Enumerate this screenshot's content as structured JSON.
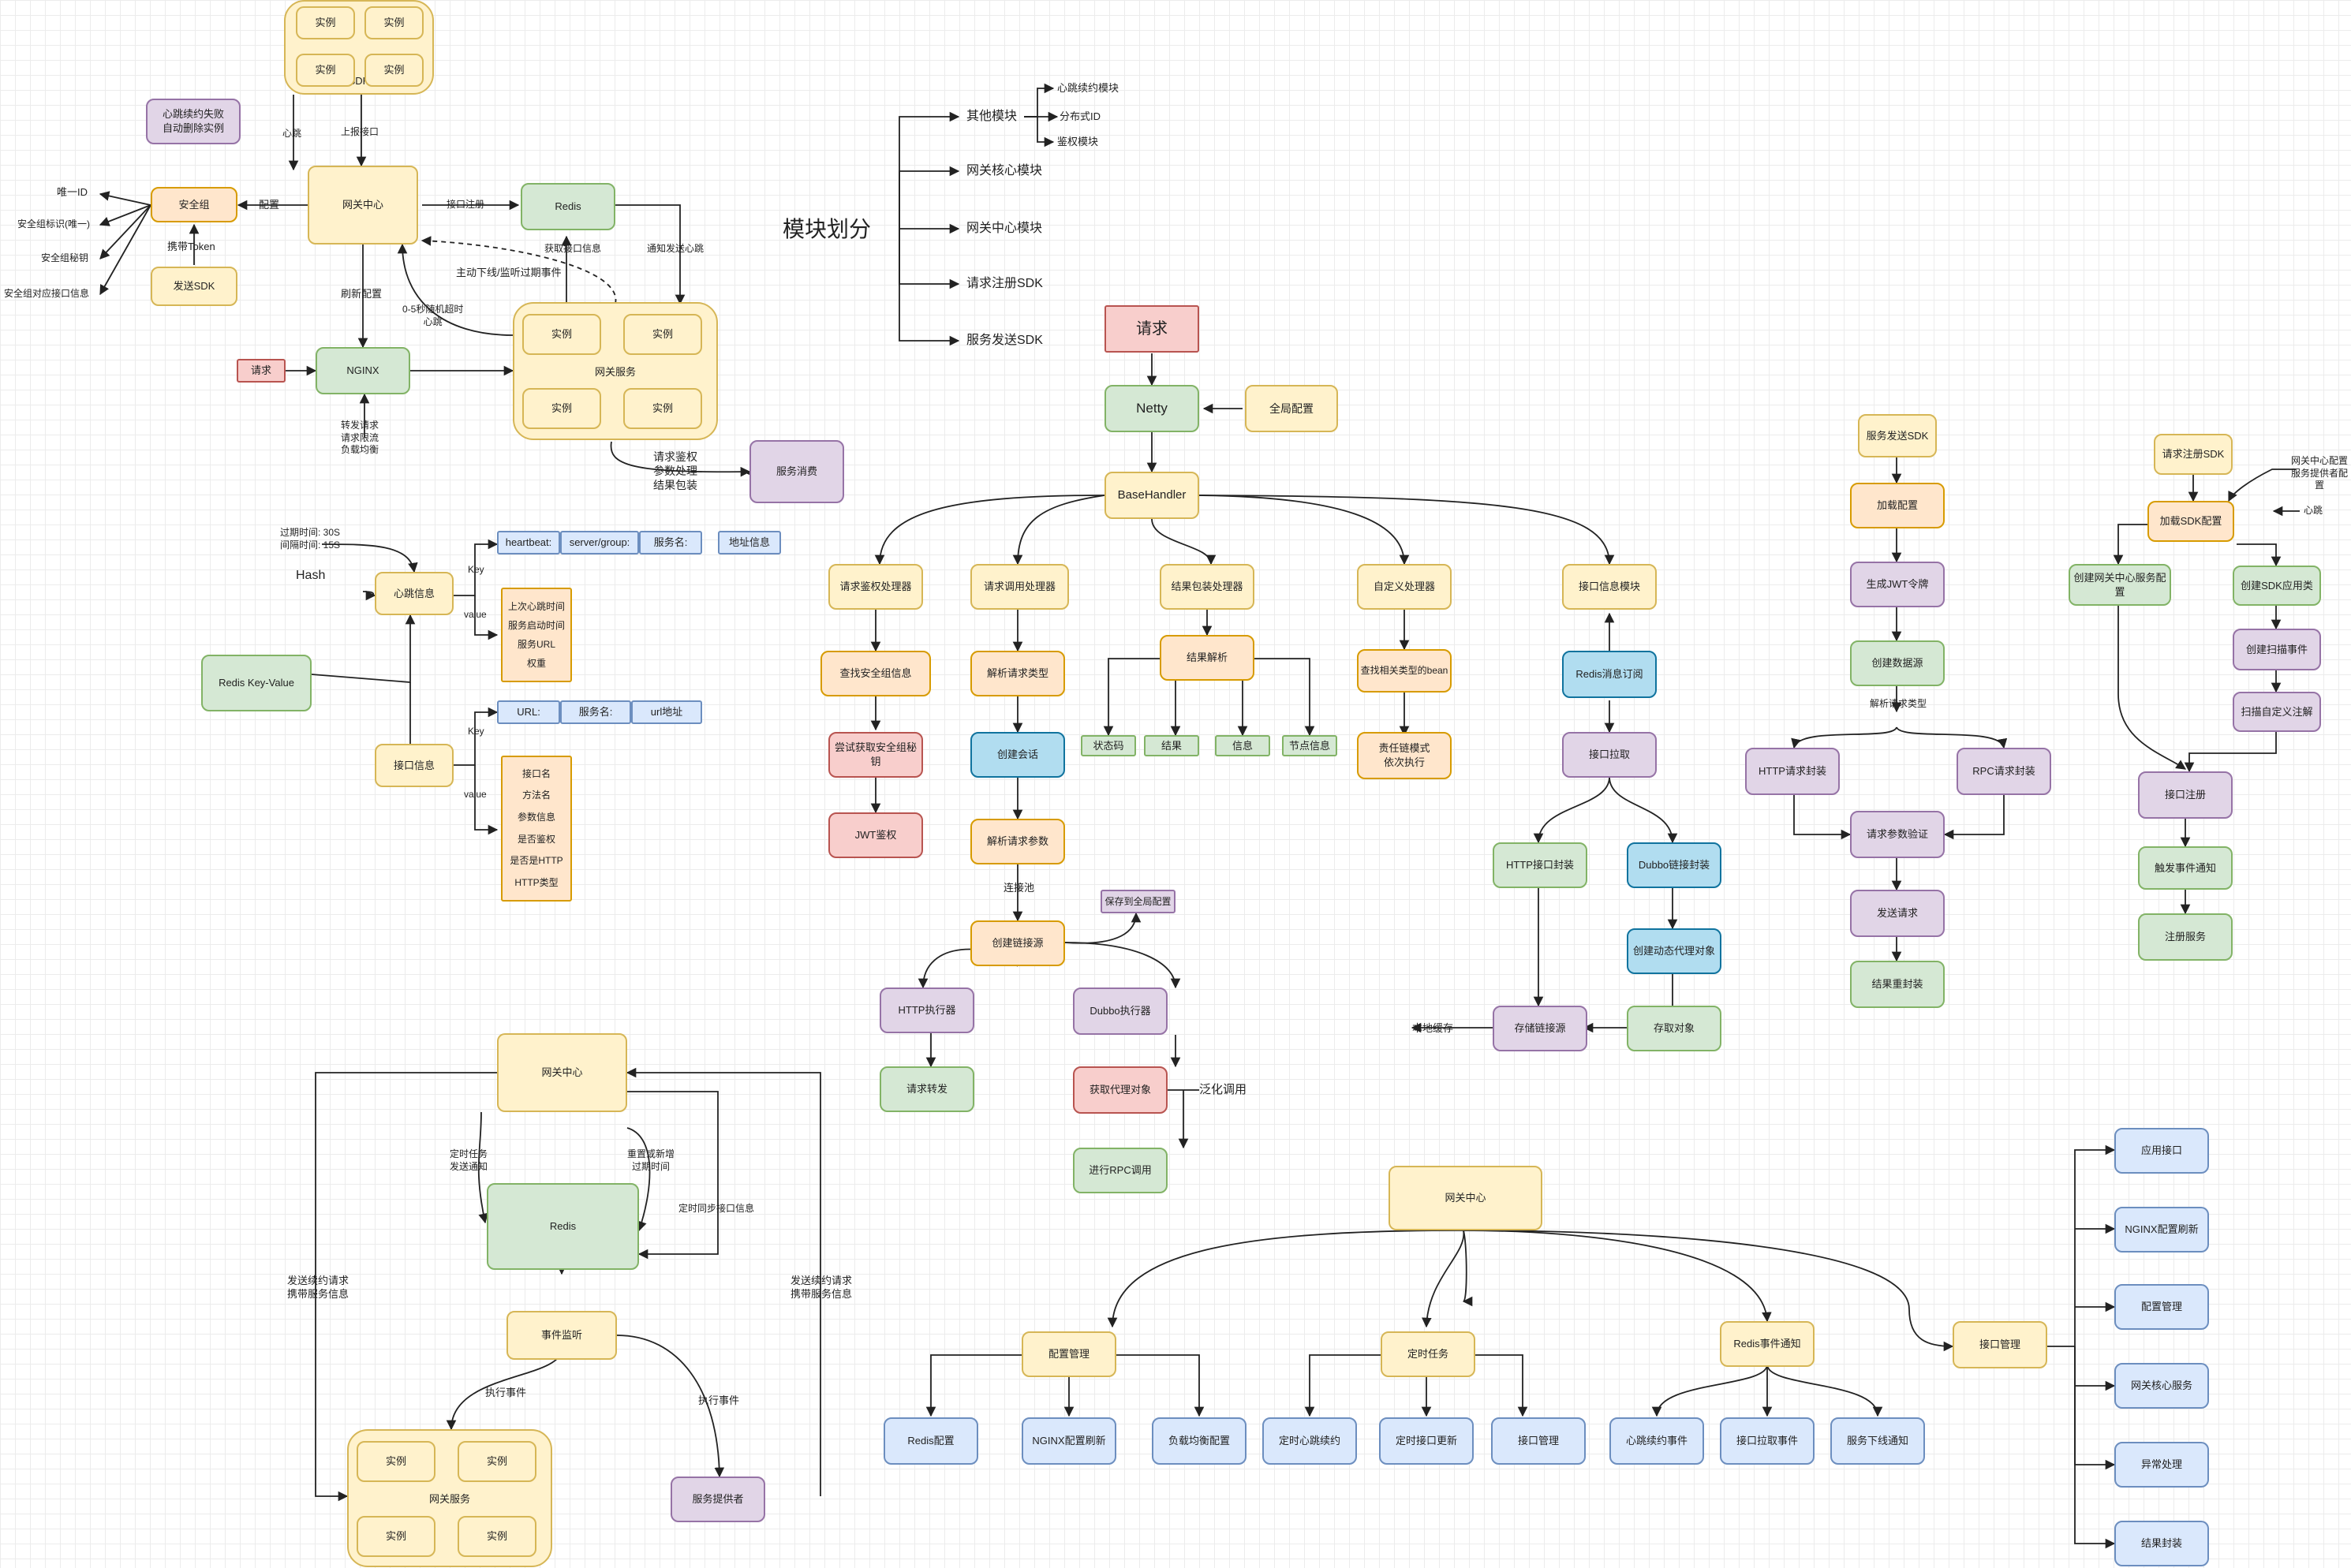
{
  "colors": {
    "yellow": "#fff2cc",
    "orange": "#ffe6cc",
    "green": "#d5e8d4",
    "purple": "#e1d5e7",
    "blue": "#dae8fc",
    "red": "#f8cecc",
    "cyan": "#b1ddf0"
  },
  "sdk": {
    "inst": "实例",
    "label": "SDK"
  },
  "gw": {
    "fail": "心跳续约失败\n自动删除实例",
    "security": "安全组",
    "center": "网关中心",
    "redis": "Redis",
    "send_sdk": "发送SDK",
    "only_id": "唯一ID",
    "sec_flag": "安全组标识(唯一)",
    "sec_key": "安全组秘钥",
    "sec_iface": "安全组对应接口信息",
    "req": "请求",
    "nginx": "NGINX",
    "service_label": "网关服务",
    "consumer": "服务消费",
    "inst": "实例",
    "l_heartbeat": "心跳",
    "l_report": "上报接口",
    "l_config": "配置",
    "l_register": "接口注册",
    "l_token": "携带Token",
    "l_getinfo": "获取接口信息",
    "l_notify": "通知发送心跳",
    "l_offline": "主动下线/监听过期事件",
    "l_refresh": "刷新配置",
    "l_random": "0-5秒随机超时\n心跳",
    "l_forward": "转发请求\n请求限流\n负载均衡",
    "l_auth": "请求鉴权\n参数处理\n结果包装"
  },
  "redis": {
    "expire": "过期时间: 30S\n间隔时间: 15S",
    "hash": "Hash",
    "heartbeat": "心跳信息",
    "kv": "Redis  Key-Value",
    "iface": "接口信息",
    "key1": "Key",
    "val1": "value",
    "key2": "Key",
    "val2": "value",
    "hb_key": [
      "heartbeat:",
      "server/group:",
      "服务名:",
      "地址信息"
    ],
    "hb_val": "上次心跳时间\n服务启动时间\n服务URL\n权重",
    "if_key": [
      "URL:",
      "服务名:",
      "url地址"
    ],
    "if_val": "接口名\n方法名\n参数信息\n是否鉴权\n是否是HTTP\nHTTP类型"
  },
  "modules": {
    "title": "模块划分",
    "items": [
      "其他模块",
      "网关核心模块",
      "网关中心模块",
      "请求注册SDK",
      "服务发送SDK"
    ],
    "sub": [
      "心跳续约模块",
      "分布式ID",
      "鉴权模块"
    ]
  },
  "core": {
    "req": "请求",
    "netty": "Netty",
    "global": "全局配置",
    "base": "BaseHandler",
    "h1": "请求鉴权处理器",
    "h2": "请求调用处理器",
    "h3": "结果包装处理器",
    "h4": "自定义处理器",
    "h5": "接口信息模块",
    "find_sec": "查找安全组信息",
    "try_key": "尝试获取安全组秘钥",
    "jwt": "JWT鉴权",
    "parse_type": "解析请求类型",
    "session": "创建会话",
    "parse_params": "解析请求参数",
    "pool_label": "连接池",
    "create_conn": "创建链接源",
    "save_global": "保存到全局配置",
    "http_exec": "HTTP执行器",
    "forward": "请求转发",
    "dubbo_exec": "Dubbo执行器",
    "get_proxy": "获取代理对象",
    "generic": "泛化调用",
    "rpc": "进行RPC调用",
    "result_parse": "结果解析",
    "status": "状态码",
    "result": "结果",
    "info": "信息",
    "node_info": "节点信息",
    "find_bean": "查找相关类型的bean",
    "chain": "责任链模式\n依次执行",
    "redis_sub": "Redis消息订阅",
    "pull": "接口拉取",
    "http_wrap": "HTTP接口封装",
    "dubbo_wrap": "Dubbo链接封装",
    "proxy": "创建动态代理对象",
    "store_obj": "存取对象",
    "store_conn": "存储链接源",
    "local_cache": "本地缓存"
  },
  "send": {
    "title": "服务发送SDK",
    "load": "加载配置",
    "jwt": "生成JWT令牌",
    "pool": "创建数据源",
    "parse_label": "解析请求类型",
    "http": "HTTP请求封装",
    "rpc": "RPC请求封装",
    "verify": "请求参数验证",
    "send": "发送请求",
    "wrap": "结果重封装"
  },
  "reg": {
    "title": "请求注册SDK",
    "center_cfg": "网关中心配置\n服务提供者配置",
    "heartbeat": "心跳",
    "load": "加载SDK配置",
    "gw_cfg": "创建网关中心服务配置",
    "app": "创建SDK应用类",
    "scan": "创建扫描事件",
    "scan_ann": "扫描自定义注解",
    "register": "接口注册",
    "trigger": "触发事件通知",
    "svc_reg": "注册服务"
  },
  "center": {
    "center": "网关中心",
    "redis": "Redis",
    "listener": "事件监听",
    "provider": "服务提供者",
    "service_label": "网关服务",
    "inst": "实例",
    "l_timer": "定时任务\n发送通知",
    "l_reset": "重置或新增\n过期时间",
    "l_sync": "定时同步接口信息",
    "l_send_l": "发送续约请求\n携带服务信息",
    "l_send_r": "发送续约请求\n携带服务信息",
    "l_exec1": "执行事件",
    "l_exec2": "执行事件"
  },
  "tree": {
    "root": "网关中心",
    "cfg": "配置管理",
    "timer": "定时任务",
    "redis_evt": "Redis事件通知",
    "iface": "接口管理",
    "redis_cfg": "Redis配置",
    "nginx_refresh": "NGINX配置刷新",
    "lb": "负载均衡配置",
    "t_heartbeat": "定时心跳续约",
    "t_update": "定时接口更新",
    "t_iface": "接口管理",
    "e_renew": "心跳续约事件",
    "e_pull": "接口拉取事件",
    "e_offline": "服务下线通知",
    "right": [
      "应用接口",
      "NGINX配置刷新",
      "配置管理",
      "网关核心服务",
      "异常处理",
      "结果封装"
    ]
  }
}
